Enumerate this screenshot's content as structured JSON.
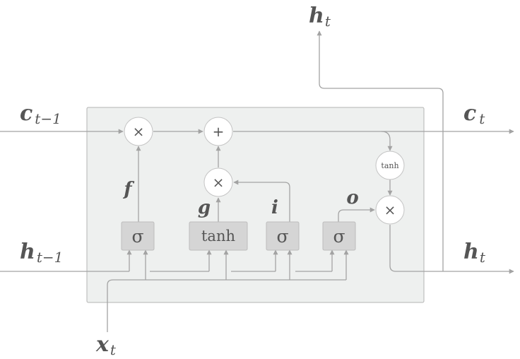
{
  "diagram": {
    "inputs": {
      "c_prev": {
        "base": "c",
        "sub": "t−1"
      },
      "h_prev": {
        "base": "h",
        "sub": "t−1"
      },
      "x": {
        "base": "x",
        "sub": "t"
      }
    },
    "outputs": {
      "h_top": {
        "base": "h",
        "sub": "t"
      },
      "c_out": {
        "base": "c",
        "sub": "t"
      },
      "h_out": {
        "base": "h",
        "sub": "t"
      }
    },
    "gates": {
      "forget_symbol": "σ",
      "candidate_symbol": "tanh",
      "input_symbol": "σ",
      "output_symbol": "σ"
    },
    "gate_labels": {
      "forget": "f",
      "candidate": "g",
      "input": "i",
      "output": "o"
    },
    "operations": {
      "multiply": "×",
      "add": "+",
      "tanh": "tanh"
    }
  }
}
